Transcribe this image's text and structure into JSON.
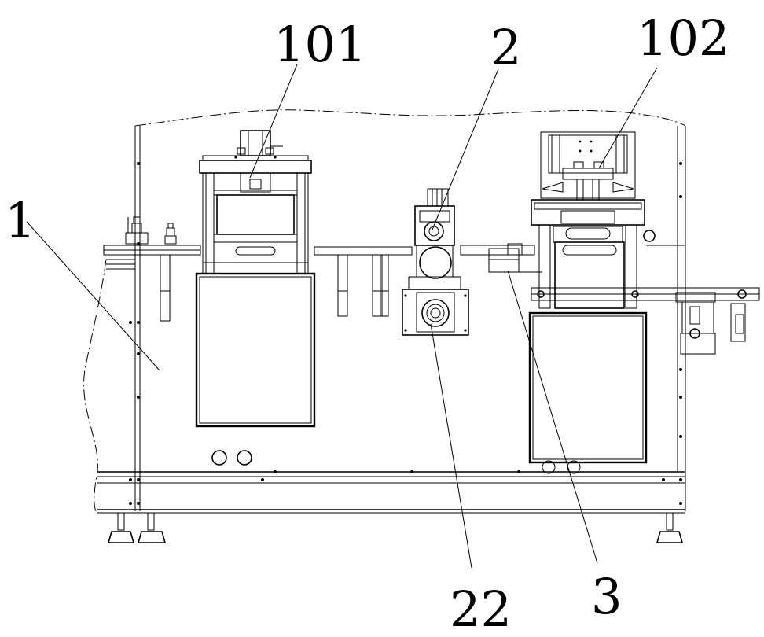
{
  "labels": {
    "frame": "1",
    "unit_left": "101",
    "unit_middle": "2",
    "unit_right": "102",
    "drive": "22",
    "conveyor": "3"
  },
  "colors": {
    "line": "#000000",
    "background": "#ffffff"
  }
}
